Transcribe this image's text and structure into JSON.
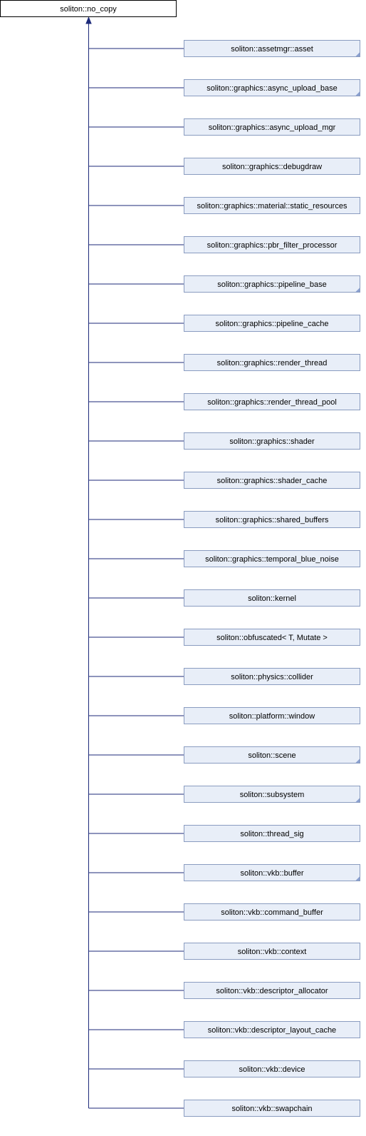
{
  "diagram": {
    "type": "inheritance-graph",
    "root": {
      "name": "soliton::no_copy"
    },
    "children": [
      {
        "name": "soliton::assetmgr::asset",
        "has_subclasses": true
      },
      {
        "name": "soliton::graphics::async_upload_base",
        "has_subclasses": true
      },
      {
        "name": "soliton::graphics::async_upload_mgr",
        "has_subclasses": false
      },
      {
        "name": "soliton::graphics::debugdraw",
        "has_subclasses": false
      },
      {
        "name": "soliton::graphics::material::static_resources",
        "has_subclasses": false
      },
      {
        "name": "soliton::graphics::pbr_filter_processor",
        "has_subclasses": false
      },
      {
        "name": "soliton::graphics::pipeline_base",
        "has_subclasses": true
      },
      {
        "name": "soliton::graphics::pipeline_cache",
        "has_subclasses": false
      },
      {
        "name": "soliton::graphics::render_thread",
        "has_subclasses": false
      },
      {
        "name": "soliton::graphics::render_thread_pool",
        "has_subclasses": false
      },
      {
        "name": "soliton::graphics::shader",
        "has_subclasses": false
      },
      {
        "name": "soliton::graphics::shader_cache",
        "has_subclasses": false
      },
      {
        "name": "soliton::graphics::shared_buffers",
        "has_subclasses": false
      },
      {
        "name": "soliton::graphics::temporal_blue_noise",
        "has_subclasses": false
      },
      {
        "name": "soliton::kernel",
        "has_subclasses": false
      },
      {
        "name": "soliton::obfuscated< T, Mutate >",
        "has_subclasses": false
      },
      {
        "name": "soliton::physics::collider",
        "has_subclasses": false
      },
      {
        "name": "soliton::platform::window",
        "has_subclasses": false
      },
      {
        "name": "soliton::scene",
        "has_subclasses": true
      },
      {
        "name": "soliton::subsystem",
        "has_subclasses": true
      },
      {
        "name": "soliton::thread_sig",
        "has_subclasses": false
      },
      {
        "name": "soliton::vkb::buffer",
        "has_subclasses": true
      },
      {
        "name": "soliton::vkb::command_buffer",
        "has_subclasses": false
      },
      {
        "name": "soliton::vkb::context",
        "has_subclasses": false
      },
      {
        "name": "soliton::vkb::descriptor_allocator",
        "has_subclasses": false
      },
      {
        "name": "soliton::vkb::descriptor_layout_cache",
        "has_subclasses": false
      },
      {
        "name": "soliton::vkb::device",
        "has_subclasses": false
      },
      {
        "name": "soliton::vkb::swapchain",
        "has_subclasses": false
      }
    ],
    "colors": {
      "root_fill": "#ffffff",
      "root_border": "#000000",
      "child_fill": "#e8eef8",
      "child_border": "#8a9cc0",
      "edge": "#1d2a7a",
      "corner_mark": "#8aa0d0"
    }
  }
}
